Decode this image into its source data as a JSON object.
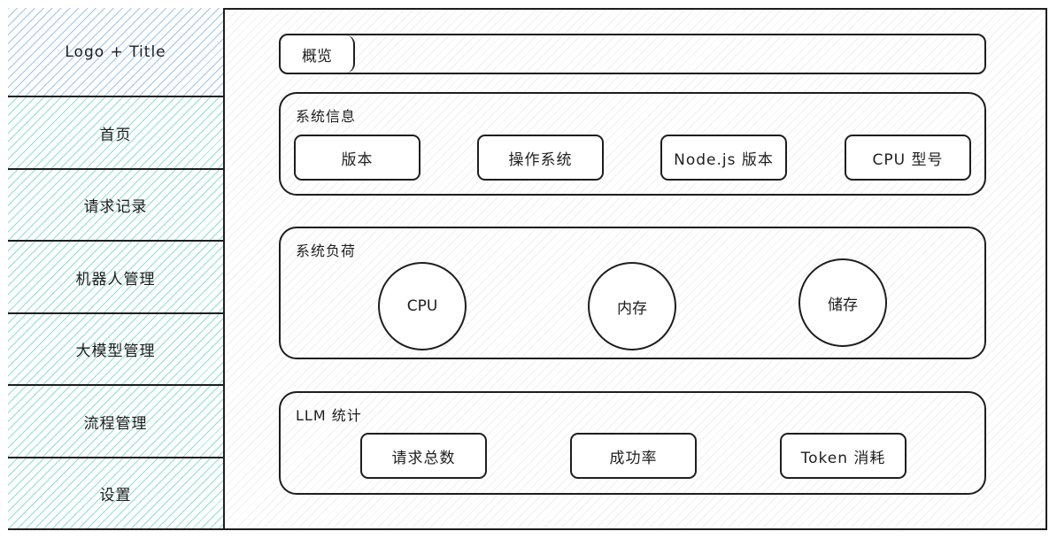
{
  "sidebar": {
    "logo": "Logo + Title",
    "items": [
      "首页",
      "请求记录",
      "机器人管理",
      "大模型管理",
      "流程管理",
      "设置"
    ]
  },
  "tabs": {
    "active": "概览"
  },
  "system_info": {
    "title": "系统信息",
    "items": [
      "版本",
      "操作系统",
      "Node.js 版本",
      "CPU 型号"
    ]
  },
  "system_load": {
    "title": "系统负荷",
    "items": [
      "CPU",
      "内存",
      "储存"
    ]
  },
  "llm_stats": {
    "title": "LLM 统计",
    "items": [
      "请求总数",
      "成功率",
      "Token 消耗"
    ]
  }
}
